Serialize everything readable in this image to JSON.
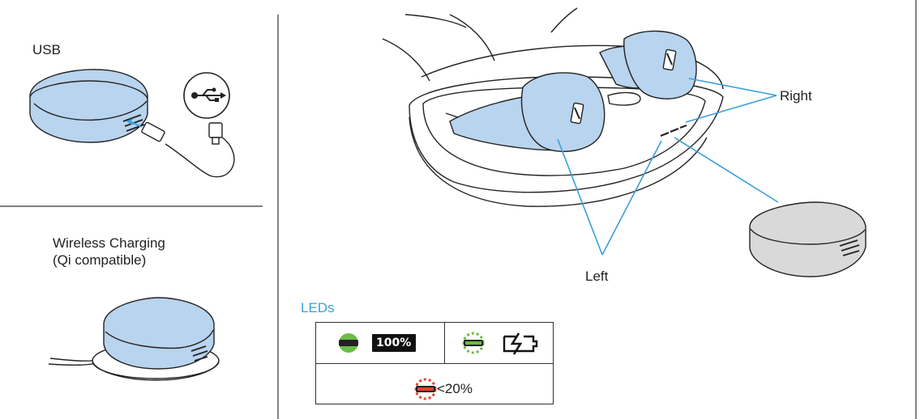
{
  "labels": {
    "usb": "USB",
    "wireless_line1": "Wireless Charging",
    "wireless_line2": "(Qi compatible)",
    "right": "Right",
    "left": "Left",
    "leds": "LEDs"
  },
  "led_table": {
    "full_badge": "100%",
    "low_label": "<20%"
  },
  "colors": {
    "earbud_blue": "#b8d4ee",
    "case_grey": "#d9d9d9",
    "callout_blue": "#3aa0d8",
    "led_green": "#6bbd44",
    "led_red": "#e8412c",
    "line": "#222222"
  },
  "icons": [
    "usb-icon",
    "usb-c-plug-icon",
    "battery-full-icon",
    "battery-charging-icon",
    "led-green-solid-icon",
    "led-green-blinking-icon",
    "led-red-blinking-icon"
  ]
}
